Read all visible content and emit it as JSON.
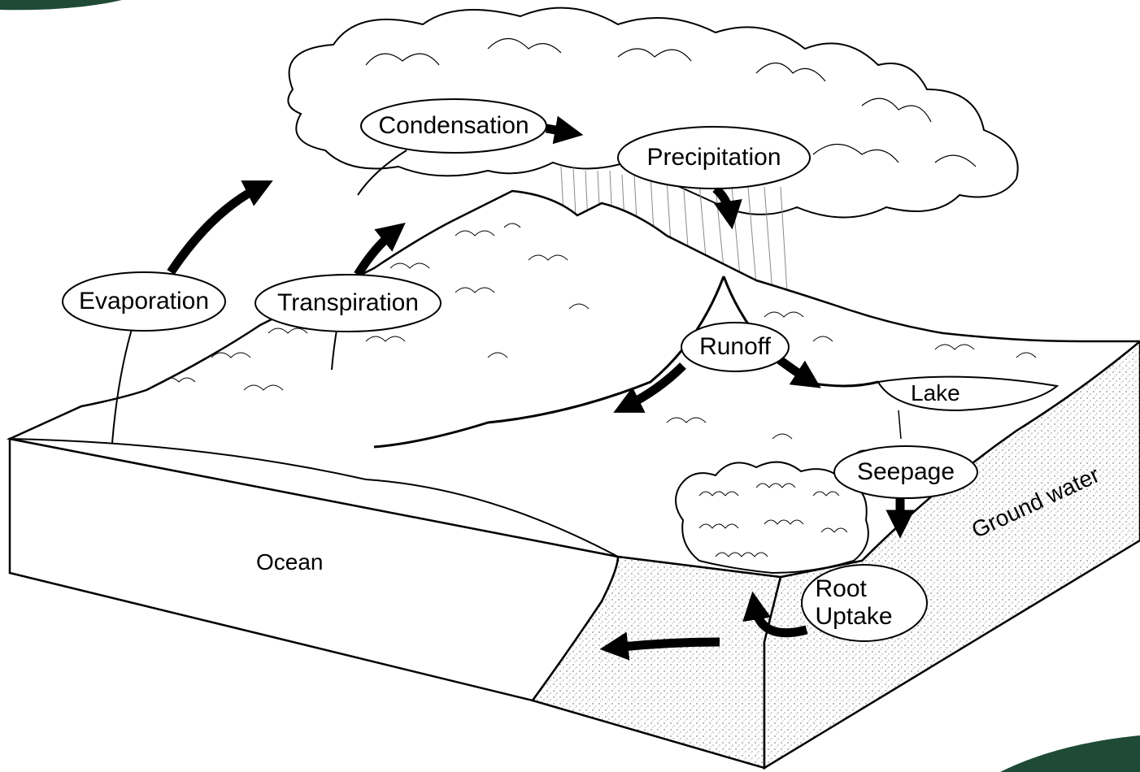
{
  "labels": {
    "condensation": "Condensation",
    "precipitation": "Precipitation",
    "evaporation": "Evaporation",
    "transpiration": "Transpiration",
    "runoff": "Runoff",
    "lake": "Lake",
    "seepage": "Seepage",
    "ground_water": "Ground water",
    "ocean": "Ocean",
    "root_uptake_line1": "Root",
    "root_uptake_line2": "Uptake"
  },
  "colors": {
    "line": "#000000",
    "fill": "#ffffff",
    "corner_accent": "#1f4a36"
  }
}
